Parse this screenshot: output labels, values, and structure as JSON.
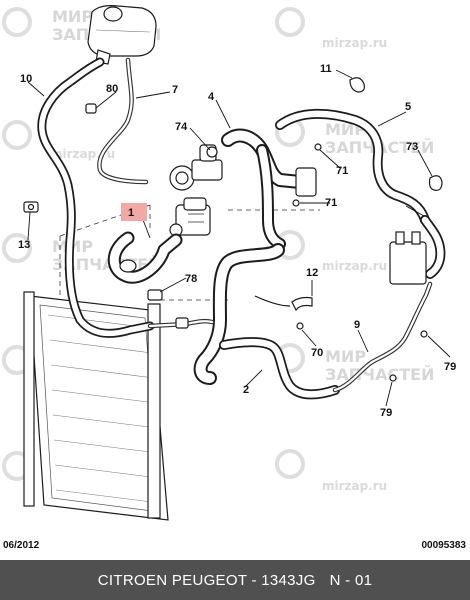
{
  "watermarks": {
    "brand_ru_line1": "МИР",
    "brand_ru_line2": "ЗАПЧАСТЕЙ",
    "site": "mirzap.ru"
  },
  "callouts": {
    "c1": "1",
    "c2": "2",
    "c4": "4",
    "c5": "5",
    "c7": "7",
    "c9": "9",
    "c10": "10",
    "c11": "11",
    "c12": "12",
    "c13": "13",
    "c70": "70",
    "c71a": "71",
    "c71b": "71",
    "c73": "73",
    "c74": "74",
    "c78": "78",
    "c79a": "79",
    "c79b": "79",
    "c80": "80"
  },
  "highlight": {
    "color": "#f4a7a7",
    "part": "1"
  },
  "meta": {
    "date_code": "06/2012",
    "doc_number": "00095383"
  },
  "footer": {
    "part_title": "CITROEN PEUGEOT - 1343JG",
    "position": "N - 01",
    "background": "#505050"
  }
}
